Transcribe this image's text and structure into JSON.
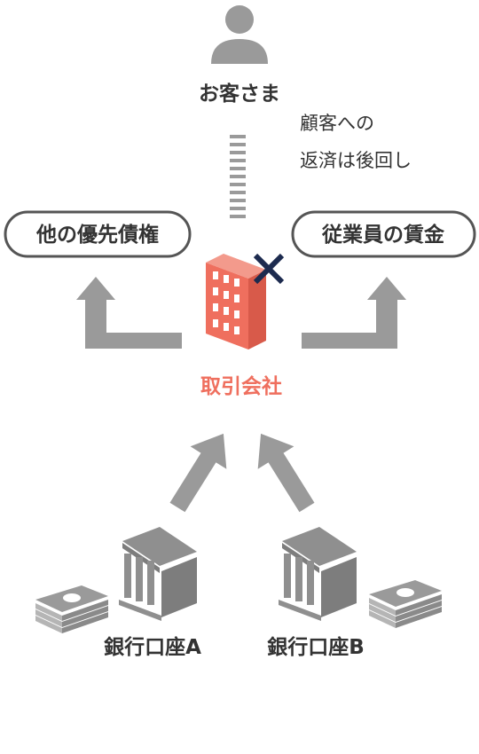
{
  "customer": {
    "label": "お客さま"
  },
  "note": {
    "line1": "顧客への",
    "line2": "返済は後回し"
  },
  "left_box": {
    "label": "他の優先債権"
  },
  "right_box": {
    "label": "従業員の賃金"
  },
  "company": {
    "label": "取引会社"
  },
  "bank_a": {
    "label": "銀行口座A"
  },
  "bank_b": {
    "label": "銀行口座B"
  },
  "colors": {
    "gray": "#9a9a9a",
    "dark_text": "#333333",
    "building": "#ef6f5e",
    "cross": "#1d2b4f",
    "box_border": "#555555"
  }
}
